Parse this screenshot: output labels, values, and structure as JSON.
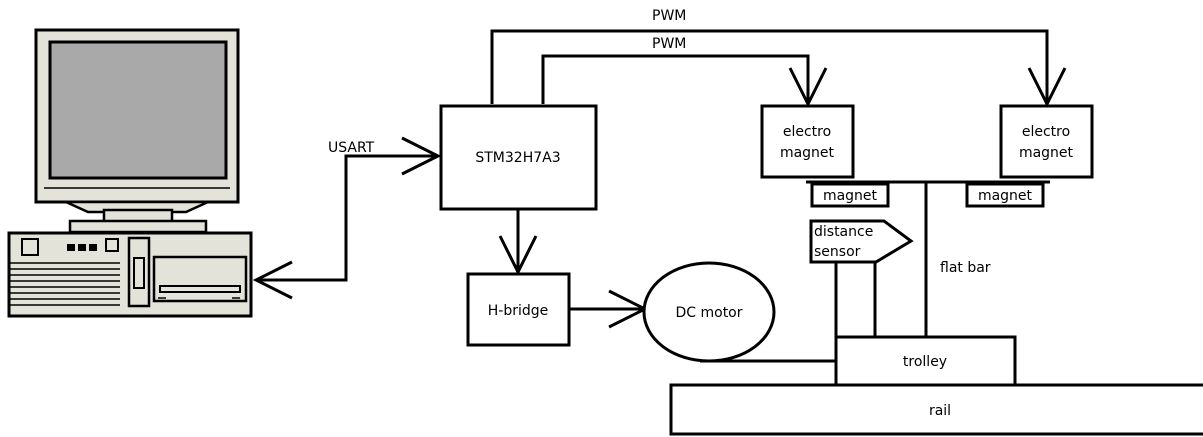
{
  "labels": {
    "pwm_top": "PWM",
    "pwm_inner": "PWM",
    "usart": "USART",
    "mcu": "STM32H7A3",
    "em1_line1": "electro",
    "em1_line2": "magnet",
    "em2_line1": "electro",
    "em2_line2": "magnet",
    "magnet_left": "magnet",
    "magnet_right": "magnet",
    "sensor_line1": "distance",
    "sensor_line2": "sensor",
    "flat_bar": "flat bar",
    "hbridge": "H-bridge",
    "motor": "DC motor",
    "trolley": "trolley",
    "rail": "rail"
  },
  "colors": {
    "monitor_screen": "#a9a9a9",
    "computer_body": "#e3e3da",
    "line": "#000000",
    "background": "#ffffff"
  }
}
